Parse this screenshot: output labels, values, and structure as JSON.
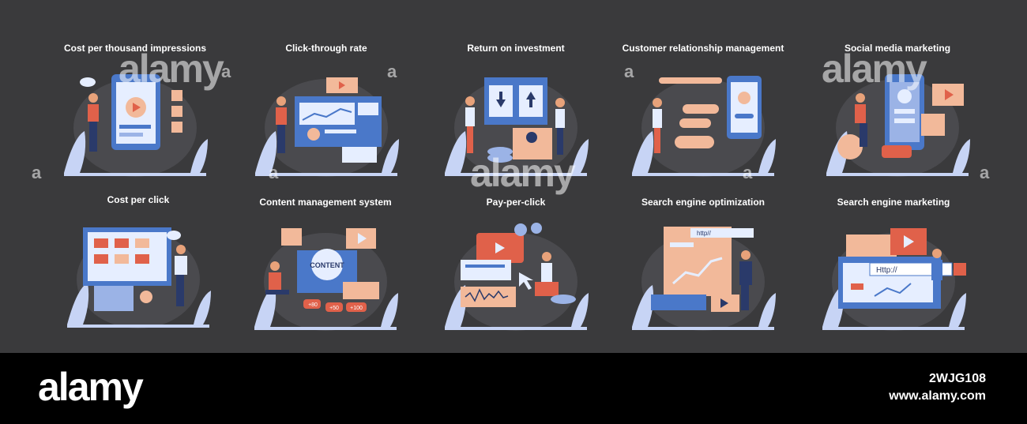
{
  "panels": [
    {
      "title": "Cost per thousand impressions",
      "icon": "cpm-illustration"
    },
    {
      "title": "Click-through rate",
      "icon": "ctr-illustration"
    },
    {
      "title": "Return on investment",
      "icon": "roi-illustration"
    },
    {
      "title": "Customer relationship management",
      "icon": "crm-illustration"
    },
    {
      "title": "Social media marketing",
      "icon": "smm-illustration"
    },
    {
      "title": "Cost per click",
      "icon": "cpc-illustration"
    },
    {
      "title": "Content management system",
      "icon": "cms-illustration"
    },
    {
      "title": "Pay-per-click",
      "icon": "ppc-illustration"
    },
    {
      "title": "Search engine optimization",
      "icon": "seo-illustration"
    },
    {
      "title": "Search engine marketing",
      "icon": "sem-illustration"
    }
  ],
  "labels": {
    "content": "CONTENT",
    "http": "http//",
    "http2": "Http://",
    "plus50": "+50",
    "plus80": "+80",
    "plus100": "+100"
  },
  "watermark": {
    "word": "alamy",
    "letter": "a"
  },
  "footer": {
    "logo": "alamy",
    "image_id": "2WJG108",
    "url": "www.alamy.com"
  },
  "colors": {
    "background": "#3a3a3c",
    "accent": "#4a78c9",
    "peach": "#f2b99a",
    "coral": "#e0614a",
    "leaf": "#c7d4f5"
  }
}
